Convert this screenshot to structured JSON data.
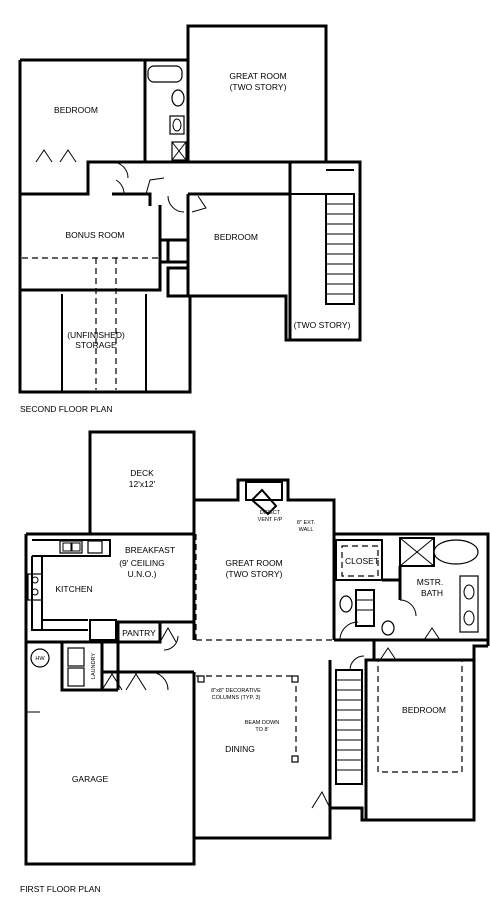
{
  "second_floor": {
    "caption": "SECOND FLOOR PLAN",
    "rooms": {
      "bedroom_1": "BEDROOM",
      "great_room": [
        "GREAT ROOM",
        "(TWO STORY)"
      ],
      "bonus_room": "BONUS ROOM",
      "bedroom_2": "BEDROOM",
      "storage": [
        "(UNFINISHED)",
        "STORAGE"
      ],
      "two_story": "(TWO STORY)"
    }
  },
  "first_floor": {
    "caption": "FIRST FLOOR PLAN",
    "rooms": {
      "deck": [
        "DECK",
        "12'x12'"
      ],
      "fireplace_notes": {
        "direct_vent": [
          "DIRECT",
          "VENT F/P"
        ],
        "ext_wall": [
          "8\" EXT.",
          "WALL"
        ]
      },
      "closet": "CLOSET",
      "breakfast": [
        "BREAKFAST",
        "(9' CEILING",
        "U.N.O.)"
      ],
      "great_room": [
        "GREAT ROOM",
        "(TWO STORY)"
      ],
      "kitchen": "KITCHEN",
      "mstr_bath": [
        "MSTR.",
        "BATH"
      ],
      "pantry": "PANTRY",
      "hw": "HW",
      "laundry": "LAUNDRY",
      "columns_note": [
        "8\"x8\" DECORATIVE",
        "COLUMNS (TYP. 3)"
      ],
      "beam_note": [
        "BEAM DOWN",
        "TO 8'"
      ],
      "bedroom": "BEDROOM",
      "dining": "DINING",
      "garage": "GARAGE"
    }
  }
}
